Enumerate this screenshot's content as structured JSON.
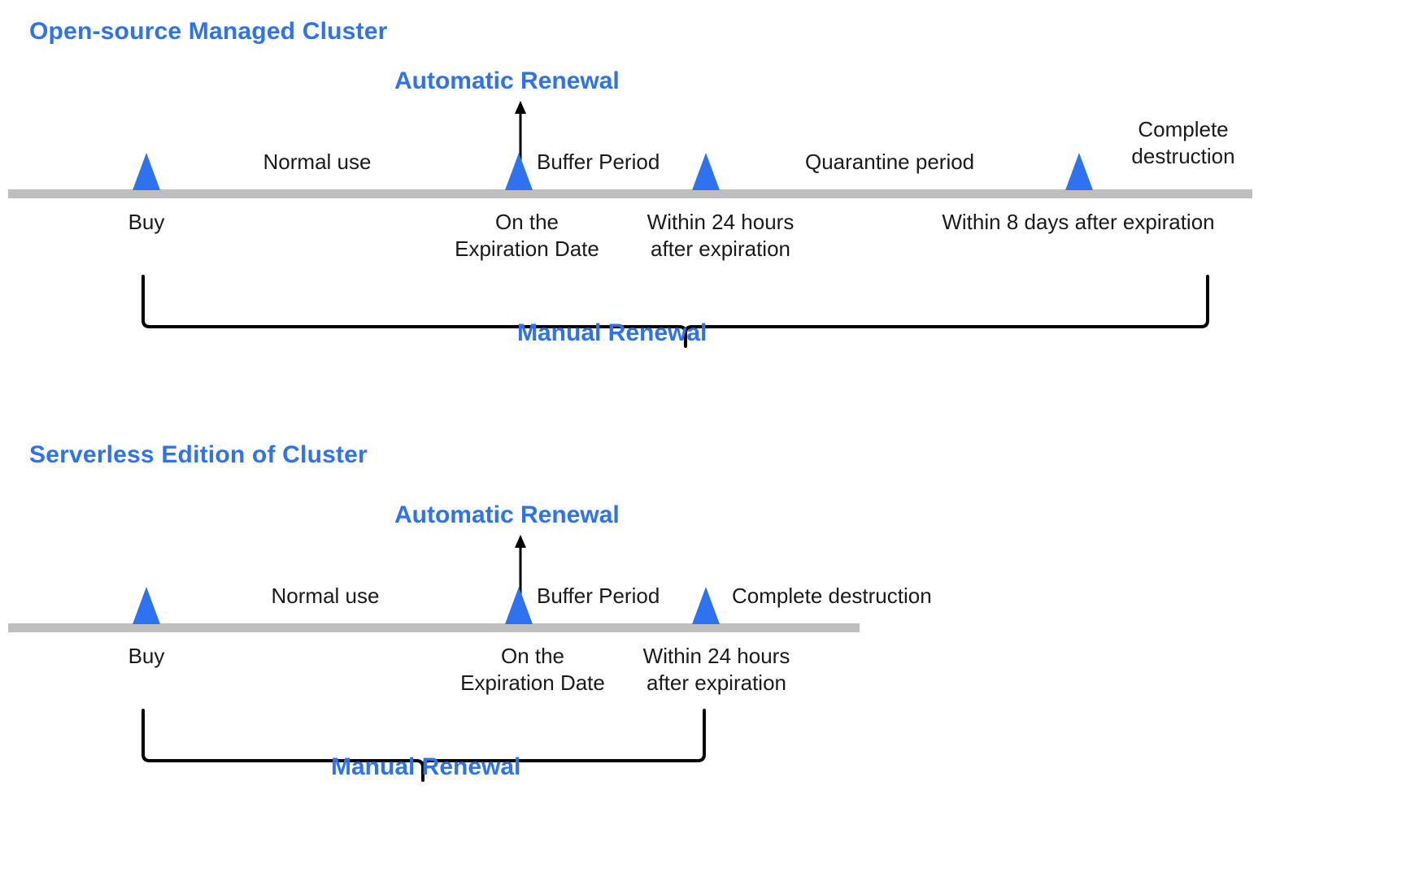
{
  "diagram": {
    "background": "#ffffff",
    "accent_color": "#2f72f0",
    "axis_color": "#bfbfbf",
    "text_color": "#1a1a1a"
  },
  "sections": [
    {
      "title": "Open-source Managed Cluster",
      "automatic_renewal_label": "Automatic Renewal",
      "manual_renewal_label": "Manual Renewal",
      "periods": [
        {
          "label": "Normal use"
        },
        {
          "label": "Buffer Period"
        },
        {
          "label": "Quarantine period"
        },
        {
          "label": "Complete\ndestruction"
        }
      ],
      "events": [
        {
          "label": "Buy"
        },
        {
          "label": "On the\nExpiration Date"
        },
        {
          "label": "Within 24 hours\nafter expiration"
        },
        {
          "label": "Within 8 days after expiration"
        }
      ]
    },
    {
      "title": "Serverless  Edition of Cluster",
      "automatic_renewal_label": "Automatic Renewal",
      "manual_renewal_label": "Manual Renewal",
      "periods": [
        {
          "label": "Normal use"
        },
        {
          "label": "Buffer Period"
        },
        {
          "label": "Complete destruction"
        }
      ],
      "events": [
        {
          "label": "Buy"
        },
        {
          "label": "On the\nExpiration Date"
        },
        {
          "label": "Within 24 hours\nafter expiration"
        }
      ]
    }
  ]
}
